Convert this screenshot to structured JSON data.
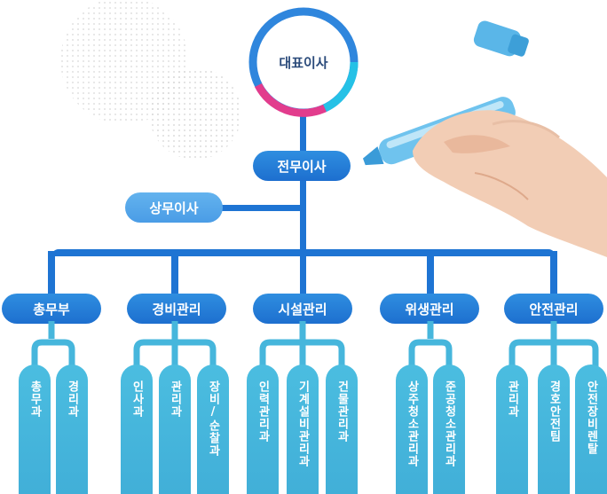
{
  "ceo": "대표이사",
  "managing_director": "전무이사",
  "senior_director": "상무이사",
  "departments": [
    {
      "name": "총무부",
      "units": [
        "총무과",
        "경리과"
      ]
    },
    {
      "name": "경비관리",
      "units": [
        "인사과",
        "관리과",
        "장비/순찰과"
      ]
    },
    {
      "name": "시설관리",
      "units": [
        "인력관리과",
        "기계설비관리과",
        "건물관리과"
      ]
    },
    {
      "name": "위생관리",
      "units": [
        "상주청소관리과",
        "준공청소관리과"
      ]
    },
    {
      "name": "안전관리",
      "units": [
        "관리과",
        "경호안전팀",
        "안전장비렌탈"
      ]
    }
  ],
  "colors": {
    "line": "#1e74d3",
    "dept": "#2a86dc",
    "unit": "#46b6dc",
    "ring_blue": "#2f86dd",
    "ring_cyan": "#25c1e6",
    "ring_pink": "#e23c8d"
  }
}
